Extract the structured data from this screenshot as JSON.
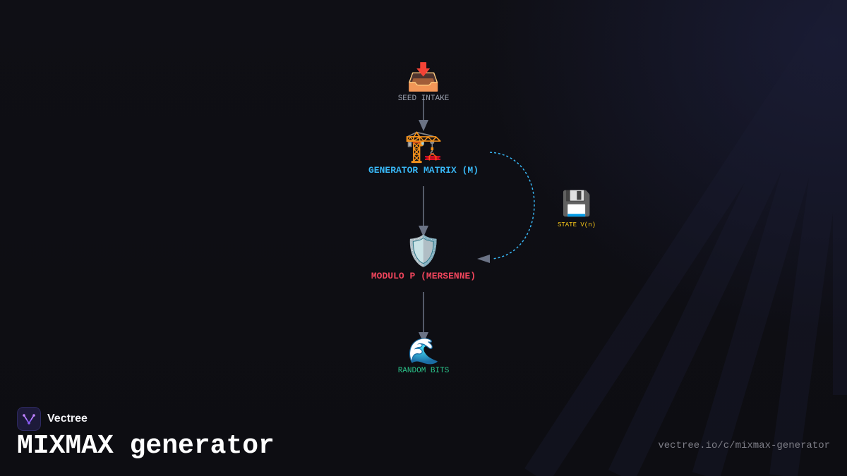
{
  "diagram": {
    "nodes": {
      "seed_intake": {
        "icon": "📥",
        "label": "SEED INTAKE",
        "color": "#9aa0ad"
      },
      "generator_matrix": {
        "icon": "🏗️",
        "label": "GENERATOR MATRIX (M)",
        "color": "#38b6f4"
      },
      "state": {
        "icon": "💾",
        "label": "STATE V(n)",
        "color": "#f5c518"
      },
      "modulo": {
        "icon": "🛡️",
        "label": "MODULO P (MERSENNE)",
        "color": "#f0455c"
      },
      "random_bits": {
        "icon": "🌊",
        "label": "RANDOM BITS",
        "color": "#2bc48a"
      }
    },
    "edge_color": "#6b7385",
    "feedback_color": "#38b6f4"
  },
  "brand": {
    "name": "Vectree",
    "logo_icon": "vectree-logo-icon",
    "accent": "#8b5cf6"
  },
  "page": {
    "title": "MIXMAX generator",
    "url": "vectree.io/c/mixmax-generator"
  }
}
